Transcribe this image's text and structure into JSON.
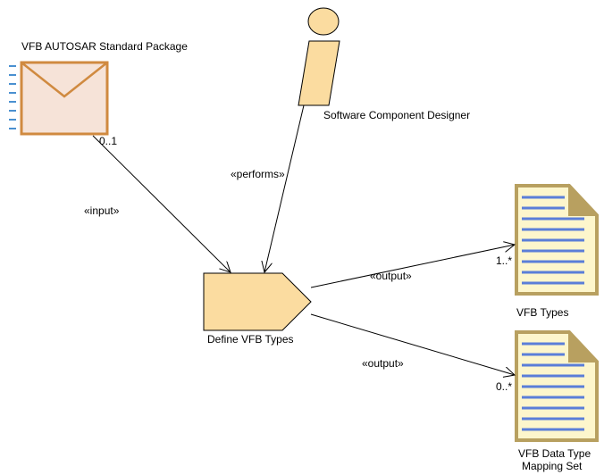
{
  "diagram": {
    "package": {
      "label": "VFB AUTOSAR Standard Package"
    },
    "role": {
      "label": "Software Component Designer"
    },
    "task": {
      "label": "Define VFB Types"
    },
    "work_product_types": {
      "label": "VFB Types"
    },
    "work_product_mapping": {
      "label_line1": "VFB Data Type",
      "label_line2": "Mapping Set"
    },
    "edges": {
      "input": {
        "stereotype": "«input»",
        "multiplicity": "0..1"
      },
      "performs": {
        "stereotype": "«performs»"
      },
      "output_types": {
        "stereotype": "«output»",
        "multiplicity": "1..*"
      },
      "output_mapping": {
        "stereotype": "«output»",
        "multiplicity": "0..*"
      }
    }
  },
  "colors": {
    "package_fill": "#f6e3d8",
    "package_stroke": "#d08a40",
    "package_side": "#4a90d0",
    "shape_fill": "#fbdca0",
    "shape_stroke": "#000000",
    "doc_fill": "#fdf6cc",
    "doc_border": "#b8a060",
    "doc_line": "#5b7ed8"
  }
}
